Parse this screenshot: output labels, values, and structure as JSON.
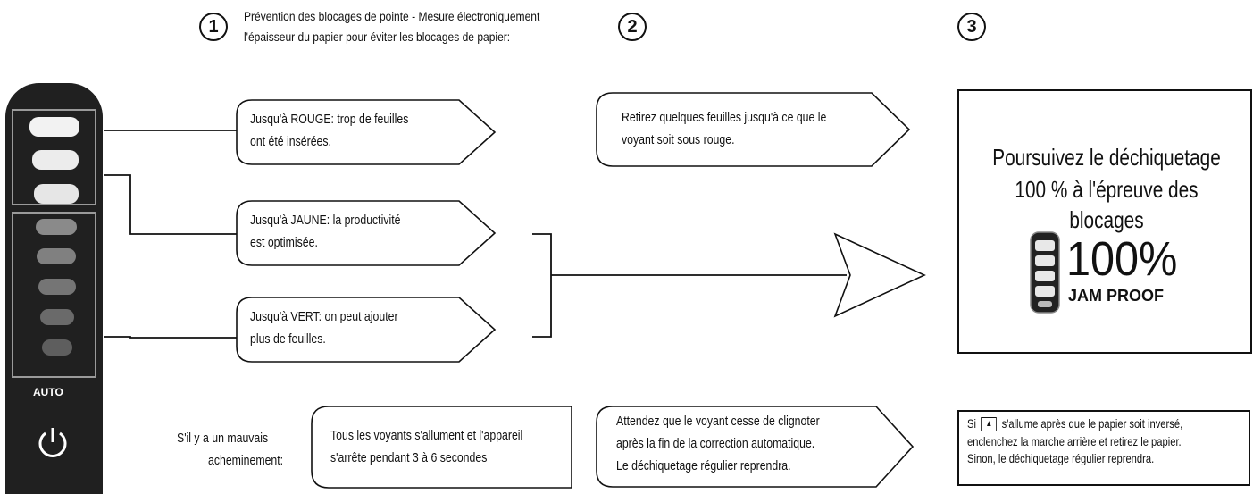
{
  "steps": {
    "one": "1",
    "two": "2",
    "three": "3"
  },
  "header": {
    "line1": "Prévention des blocages de pointe - Mesure électroniquement",
    "line2": "l'épaisseur du papier pour éviter les blocages de papier:"
  },
  "boxes": {
    "red": {
      "l1": "Jusqu'à ROUGE: trop de feuilles",
      "l2": "ont été insérées."
    },
    "yellow": {
      "l1": "Jusqu'à JAUNE: la productivité",
      "l2": "est optimisée."
    },
    "green": {
      "l1": "Jusqu'à VERT: on peut ajouter",
      "l2": "plus de feuilles."
    },
    "remove": {
      "l1": "Retirez quelques feuilles jusqu'à ce que le",
      "l2": "voyant soit sous rouge."
    },
    "wait": {
      "l1": "Attendez que le voyant cesse de clignoter",
      "l2": "après la fin de la correction automatique.",
      "l3": "Le déchiquetage régulier reprendra."
    },
    "allon": {
      "l1": "Tous les voyants s'allument et l'appareil",
      "l2": "s'arrête pendant 3 à 6 secondes"
    }
  },
  "misfeed": {
    "l1": "S'il y a un mauvais",
    "l2": "acheminement:"
  },
  "panel": {
    "auto_label": "AUTO",
    "icon": "power-icon"
  },
  "result": {
    "title1": "Poursuivez le déchiquetage",
    "title2": "100 % à l'épreuve des blocages",
    "percent": "100%",
    "jam_proof": "JAM PROOF"
  },
  "note": {
    "l1a": "Si",
    "l1b": "s'allume après que le papier soit inversé,",
    "l2": "enclenchez la marche arrière et retirez le papier.",
    "l3": "Sinon, le déchiquetage régulier reprendra.",
    "icon": "reverse-icon"
  },
  "colors": {
    "panel": "#202020",
    "led_light": "#f2f2f2",
    "led_dark": "#6a6a6a",
    "frame": "#9a9a9a"
  }
}
